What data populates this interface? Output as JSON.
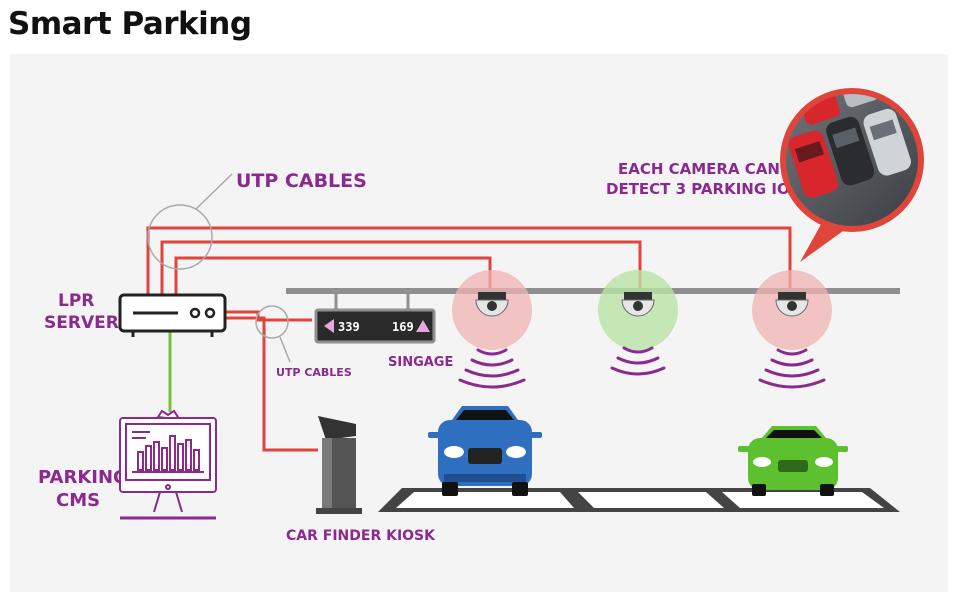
{
  "title": "Smart Parking",
  "labels": {
    "utp_cables_top": "UTP CABLES",
    "utp_cables_small": "UTP CABLES",
    "lpr_server_line1": "LPR",
    "lpr_server_line2": "SERVER",
    "parking_cms_line1": "PARKING",
    "parking_cms_line2": "CMS",
    "signage": "SINGAGE",
    "kiosk": "CAR FINDER KIOSK",
    "camera_note_line1": "EACH CAMERA CAN",
    "camera_note_line2": "DETECT 3 PARKING IOT"
  },
  "signage_display": {
    "left_count": "339",
    "right_count": "169"
  },
  "colors": {
    "label_purple": "#8a2a8e",
    "cable_red": "#e0453c",
    "cable_green": "#7bbf3a",
    "camera_red_halo": "#f2b3b3",
    "camera_green_halo": "#b9e3a6",
    "car_blue": "#2f6fc0",
    "car_green": "#5cc02f"
  },
  "icons": {
    "server": "lpr-server-icon",
    "monitor": "cms-monitor-icon",
    "kiosk": "kiosk-icon",
    "camera": "dome-camera-icon",
    "signal": "wireless-signal-icon",
    "car": "car-icon"
  }
}
